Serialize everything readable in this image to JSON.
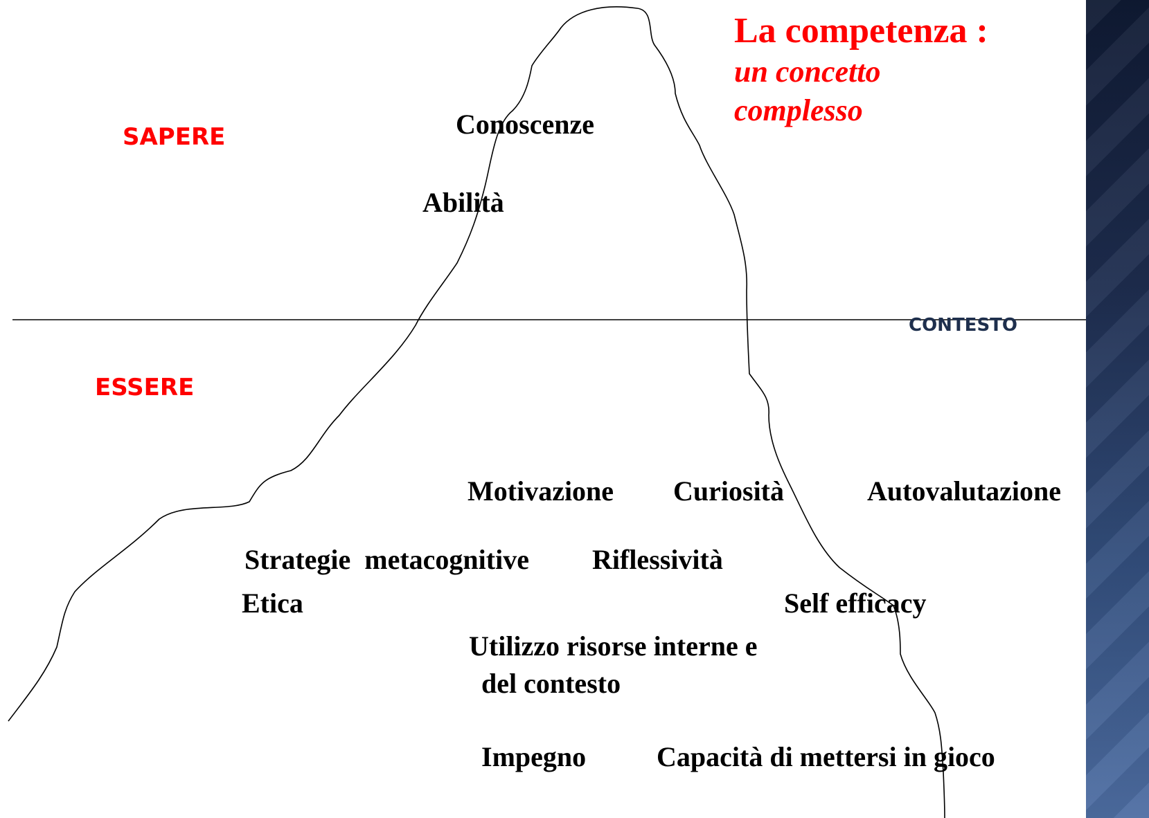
{
  "title": {
    "main": "La competenza :",
    "sub_line1": "un concetto",
    "sub_line2": "complesso"
  },
  "zones": {
    "upper": "SAPERE",
    "lower": "ESSERE",
    "waterline": "CONTESTO"
  },
  "above_water": [
    "Conoscenze",
    "Abilità"
  ],
  "below_water": {
    "motivazione": "Motivazione",
    "curiosita": "Curiosità",
    "autovalutazione": "Autovalutazione",
    "strategie": "Strategie  metacognitive",
    "riflessivita": "Riflessività",
    "etica": "Etica",
    "self_efficacy": "Self efficacy",
    "utilizzo_line1": "Utilizzo risorse interne e",
    "utilizzo_line2": "del contesto",
    "impegno": "Impegno",
    "capacita": "Capacità di mettersi in gioco"
  },
  "colors": {
    "title": "#ff0000",
    "zone_labels": "#ff0000",
    "context_label": "#1e2f4d",
    "text": "#000000",
    "side_band": "#2a3c63"
  }
}
